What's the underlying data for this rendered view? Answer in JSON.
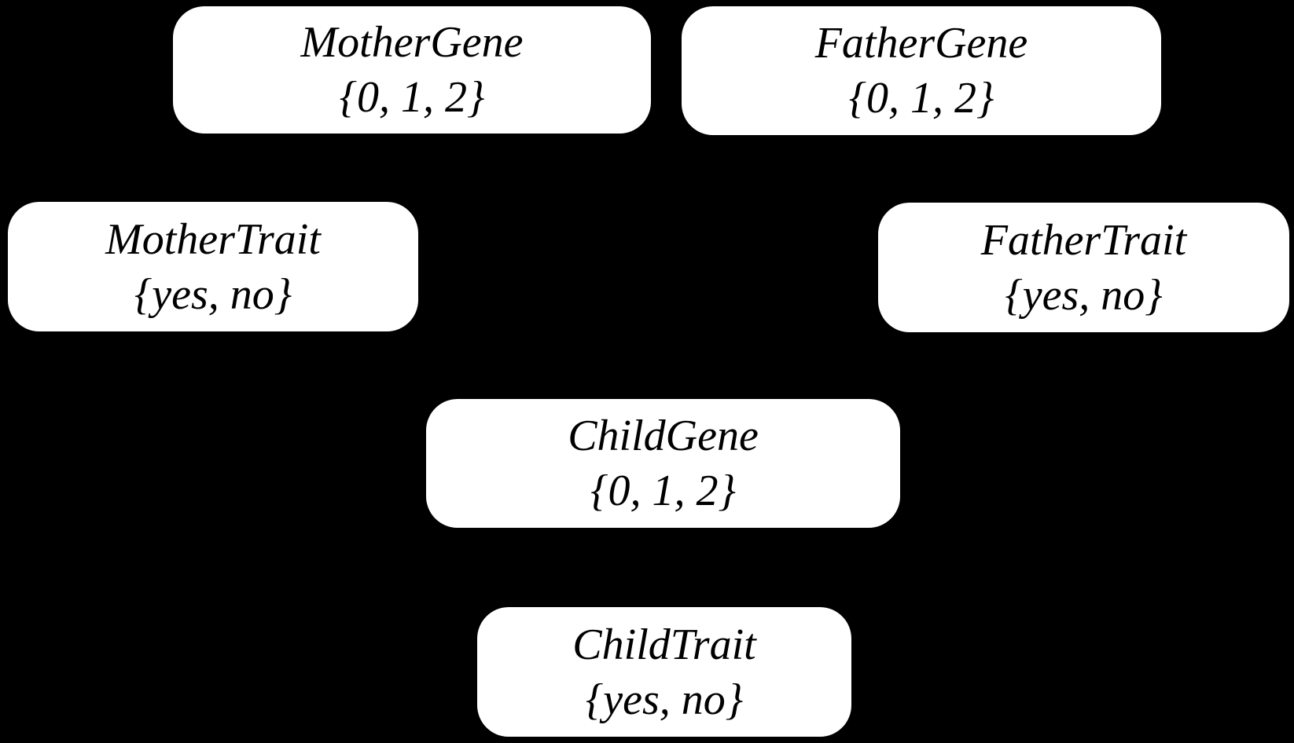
{
  "diagram": {
    "type": "bayesian-network",
    "colors": {
      "background": "#000000",
      "node_fill": "#ffffff",
      "node_text": "#000000"
    },
    "nodes": [
      {
        "id": "mother-gene",
        "label": "MotherGene",
        "domain": "{0, 1, 2}"
      },
      {
        "id": "father-gene",
        "label": "FatherGene",
        "domain": "{0, 1, 2}"
      },
      {
        "id": "mother-trait",
        "label": "MotherTrait",
        "domain": "{yes, no}"
      },
      {
        "id": "father-trait",
        "label": "FatherTrait",
        "domain": "{yes, no}"
      },
      {
        "id": "child-gene",
        "label": "ChildGene",
        "domain": "{0, 1, 2}"
      },
      {
        "id": "child-trait",
        "label": "ChildTrait",
        "domain": "{yes, no}"
      }
    ]
  }
}
